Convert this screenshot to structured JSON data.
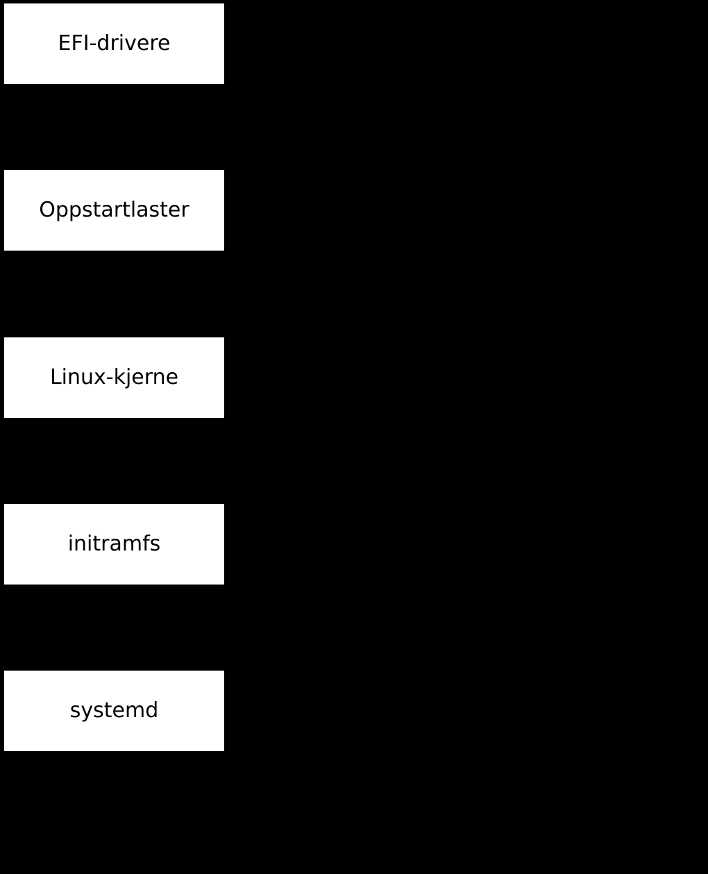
{
  "diagram": {
    "type": "flowchart",
    "nodes": [
      {
        "label": "EFI-drivere"
      },
      {
        "label": "Oppstartlaster"
      },
      {
        "label": "Linux-kjerne"
      },
      {
        "label": "initramfs"
      },
      {
        "label": "systemd"
      }
    ],
    "colors": {
      "background": "#000000",
      "node_fill": "#ffffff",
      "node_text": "#000000"
    }
  }
}
